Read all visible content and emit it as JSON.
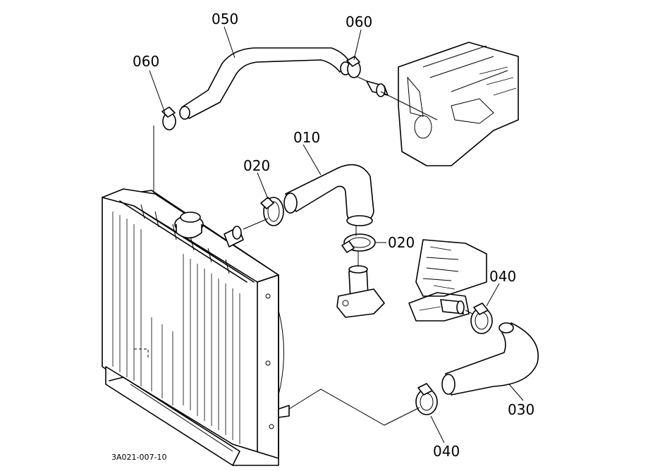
{
  "parts": [
    {
      "id": "p050",
      "label": "050"
    },
    {
      "id": "p060a",
      "label": "060"
    },
    {
      "id": "p060b",
      "label": "060"
    },
    {
      "id": "p010",
      "label": "010"
    },
    {
      "id": "p020a",
      "label": "020"
    },
    {
      "id": "p020b",
      "label": "020"
    },
    {
      "id": "p040a",
      "label": "040"
    },
    {
      "id": "p040b",
      "label": "040"
    },
    {
      "id": "p030",
      "label": "030"
    }
  ],
  "drawing_code": "3A021-007-10"
}
